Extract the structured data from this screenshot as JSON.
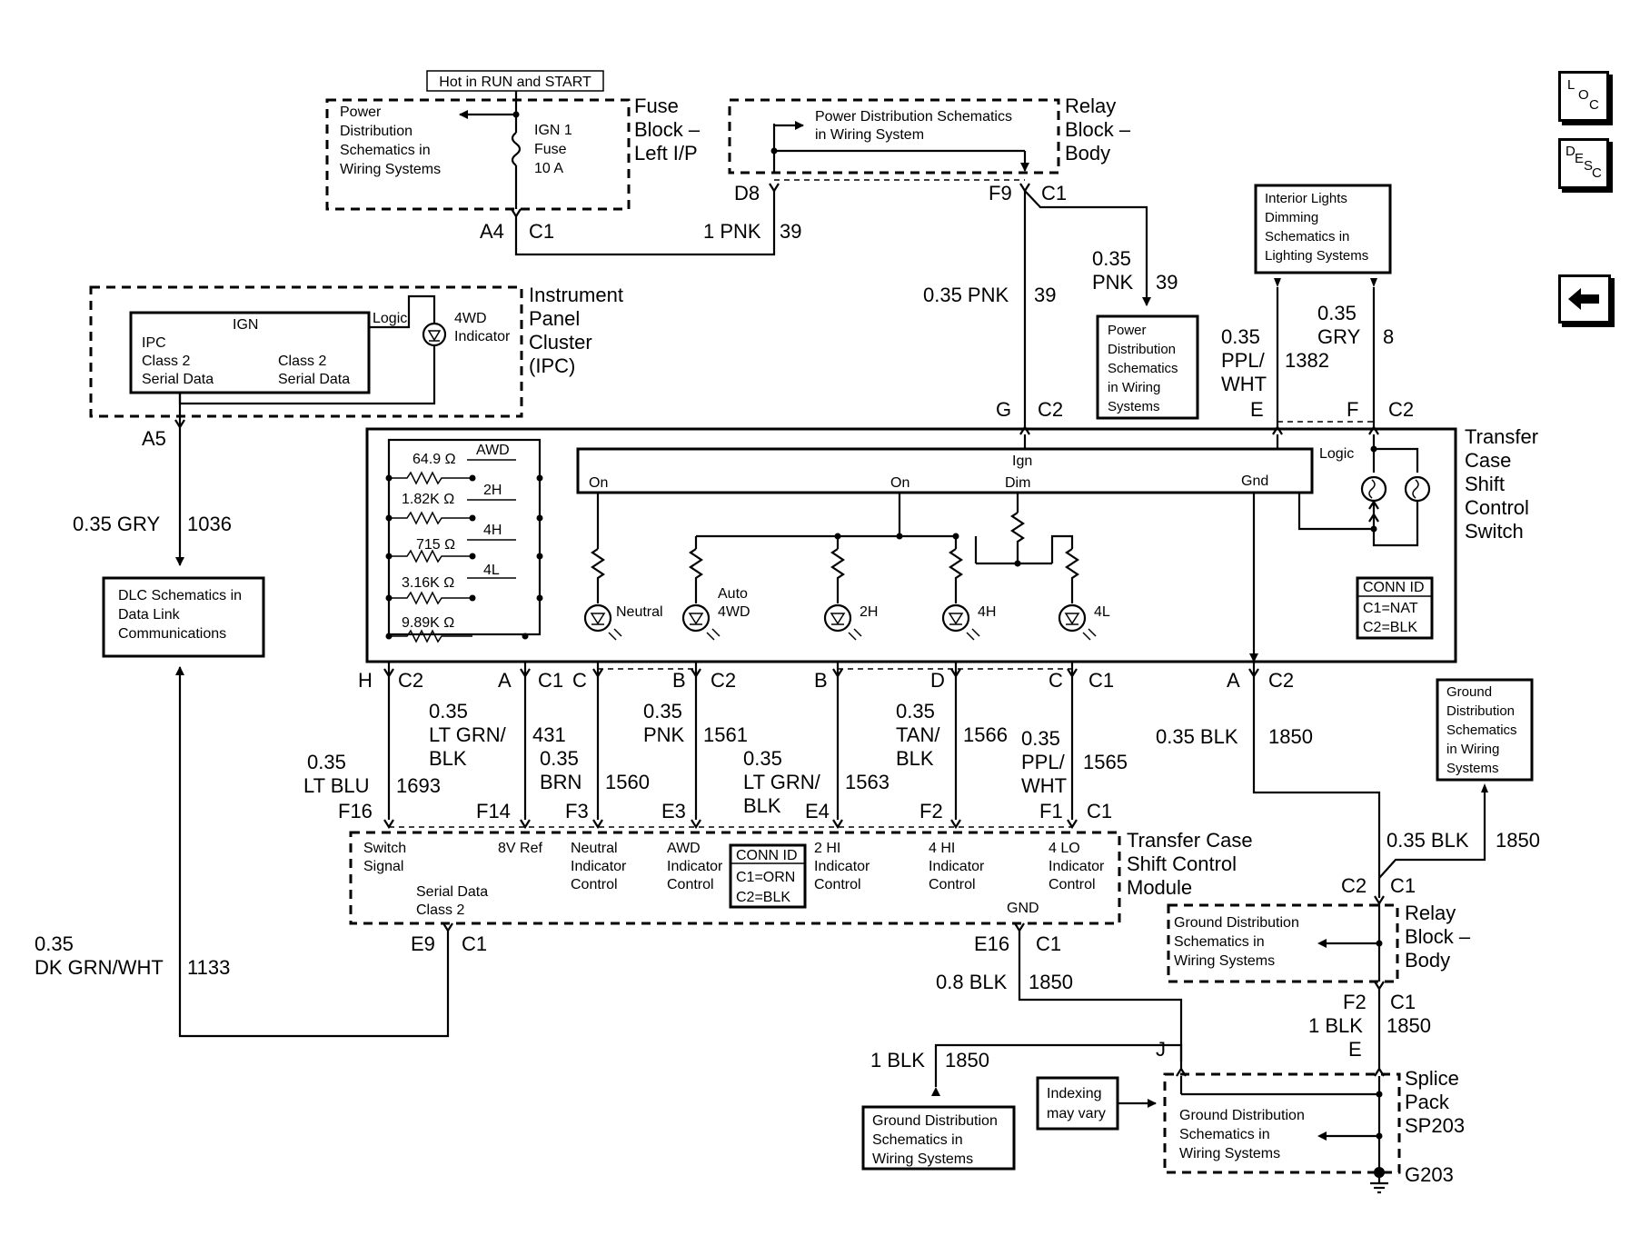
{
  "nav": {
    "loc": [
      "L",
      "O",
      "C"
    ],
    "desc": [
      "D",
      "E",
      "S",
      "C"
    ],
    "back_arrow": "⬅"
  },
  "fuse_block": {
    "hot_label": "Hot in RUN and START",
    "power_ref": [
      "Power",
      "Distribution",
      "Schematics in",
      "Wiring Systems"
    ],
    "fuse": [
      "IGN 1",
      "Fuse",
      "10 A"
    ],
    "title": [
      "Fuse",
      "Block –",
      "Left I/P"
    ],
    "pin": "A4",
    "conn": "C1"
  },
  "relay_block_top": {
    "ref": [
      "Power Distribution Schematics",
      "in Wiring System"
    ],
    "title": [
      "Relay",
      "Block –",
      "Body"
    ],
    "pin_d8": "D8",
    "pin_f9": "F9",
    "conn": "C1"
  },
  "wires": {
    "pnk_top": {
      "gauge": "1 PNK",
      "circuit": "39"
    },
    "pnk_down": {
      "gauge": "0.35 PNK",
      "circuit": "39"
    },
    "pnk_branch": {
      "gauge": [
        "0.35",
        "PNK"
      ],
      "circuit": "39"
    },
    "gry_1036": {
      "gauge": "0.35 GRY",
      "circuit": "1036"
    },
    "ppl_wht_1382": {
      "gauge": [
        "0.35",
        "PPL/",
        "WHT"
      ],
      "circuit": "1382"
    },
    "gry_8": {
      "gauge": [
        "0.35",
        "GRY"
      ],
      "circuit": "8"
    },
    "lt_blu_1693": {
      "gauge": [
        "0.35",
        "LT BLU"
      ],
      "circuit": "1693"
    },
    "lt_grn_blk_431": {
      "gauge": [
        "0.35",
        "LT GRN/",
        "BLK"
      ],
      "circuit": "431"
    },
    "brn_1560": {
      "gauge": [
        "0.35",
        "BRN"
      ],
      "circuit": "1560"
    },
    "pnk_1561": {
      "gauge": [
        "0.35",
        "PNK"
      ],
      "circuit": "1561"
    },
    "lt_grn_blk_1563": {
      "gauge": [
        "0.35",
        "LT GRN/",
        "BLK"
      ],
      "circuit": "1563"
    },
    "tan_blk_1566": {
      "gauge": [
        "0.35",
        "TAN/",
        "BLK"
      ],
      "circuit": "1566"
    },
    "ppl_wht_1565": {
      "gauge": [
        "0.35",
        "PPL/",
        "WHT"
      ],
      "circuit": "1565"
    },
    "blk_1850_a": {
      "gauge": "0.35 BLK",
      "circuit": "1850"
    },
    "blk_1850_b": {
      "gauge": "0.35 BLK",
      "circuit": "1850"
    },
    "dk_grn_wht_1133": {
      "gauge": [
        "0.35",
        "DK GRN/WHT"
      ],
      "circuit": "1133"
    },
    "blk_08_1850": {
      "gauge": "0.8 BLK",
      "circuit": "1850"
    },
    "blk_1_1850_left": {
      "gauge": "1 BLK",
      "circuit": "1850"
    },
    "blk_1_1850_right": {
      "gauge": "1 BLK",
      "circuit": "1850"
    }
  },
  "power_dist_ref": [
    "Power",
    "Distribution",
    "Schematics",
    "in Wiring",
    "Systems"
  ],
  "interior_lights_ref": [
    "Interior Lights",
    "Dimming",
    "Schematics in",
    "Lighting Systems"
  ],
  "ipc": {
    "title": [
      "Instrument",
      "Panel",
      "Cluster",
      "(IPC)"
    ],
    "ign": "IGN",
    "logic": "Logic",
    "ipc": "IPC",
    "class2_left": [
      "Class 2",
      "Serial Data"
    ],
    "class2_right": [
      "Class 2",
      "Serial Data"
    ],
    "indicator": [
      "4WD",
      "Indicator"
    ],
    "pin": "A5"
  },
  "dlc_ref": [
    "DLC Schematics in",
    "Data Link",
    "Communications"
  ],
  "switch": {
    "title": [
      "Transfer",
      "Case",
      "Shift",
      "Control",
      "Switch"
    ],
    "resistors": [
      "64.9 Ω",
      "1.82K Ω",
      "715 Ω",
      "3.16K Ω",
      "9.89K Ω"
    ],
    "modes": [
      "AWD",
      "2H",
      "4H",
      "4L"
    ],
    "ign": "Ign",
    "logic": "Logic",
    "on_left": "On",
    "on_mid": "On",
    "dim": "Dim",
    "gnd": "Gnd",
    "lamps": [
      "Neutral",
      [
        "Auto",
        "4WD"
      ],
      "2H",
      "4H",
      "4L"
    ],
    "conn_id": [
      "CONN ID",
      "C1=NAT",
      "C2=BLK"
    ],
    "top_pins": {
      "g": "G",
      "c2a": "C2",
      "e": "E",
      "f": "F",
      "c2b": "C2"
    },
    "bottom_pins": [
      "H",
      "C2",
      "A",
      "C1",
      "C",
      "B",
      "C2",
      "B",
      "D",
      "C",
      "C1",
      "A",
      "C2"
    ]
  },
  "module": {
    "title": [
      "Transfer Case",
      "Shift Control",
      "Module"
    ],
    "pins_top": [
      "F16",
      "F14",
      "F3",
      "E3",
      "E4",
      "F2",
      "F1",
      "C1"
    ],
    "switch_signal": [
      "Switch",
      "Signal"
    ],
    "ref_8v": "8V Ref",
    "serial": [
      "Serial Data",
      "Class 2"
    ],
    "neutral": [
      "Neutral",
      "Indicator",
      "Control"
    ],
    "awd": [
      "AWD",
      "Indicator",
      "Control"
    ],
    "conn_id": [
      "CONN ID",
      "C1=ORN",
      "C2=BLK"
    ],
    "hi2": [
      "2 HI",
      "Indicator",
      "Control"
    ],
    "hi4": [
      "4 HI",
      "Indicator",
      "Control"
    ],
    "lo4": [
      "4 LO",
      "Indicator",
      "Control"
    ],
    "gnd": "GND",
    "pin_e9": "E9",
    "conn_e9": "C1",
    "pin_e16": "E16",
    "conn_e16": "C1"
  },
  "ground_ref_top": [
    "Ground",
    "Distribution",
    "Schematics",
    "in Wiring",
    "Systems"
  ],
  "relay_block_bottom": {
    "title": [
      "Relay",
      "Block –",
      "Body"
    ],
    "ref": [
      "Ground Distribution",
      "Schematics in",
      "Wiring Systems"
    ],
    "pin_c2": "C2",
    "pin_c1": "C1",
    "pin_f2": "F2",
    "pin_f2c1": "C1"
  },
  "splice": {
    "title": [
      "Splice",
      "Pack",
      "SP203"
    ],
    "ref": [
      "Ground Distribution",
      "Schematics in",
      "Wiring Systems"
    ],
    "pin_j": "J",
    "pin_e": "E",
    "ground": "G203"
  },
  "indexing": [
    "Indexing",
    "may vary"
  ],
  "ground_ref_bottom": [
    "Ground Distribution",
    "Schematics in",
    "Wiring Systems"
  ]
}
